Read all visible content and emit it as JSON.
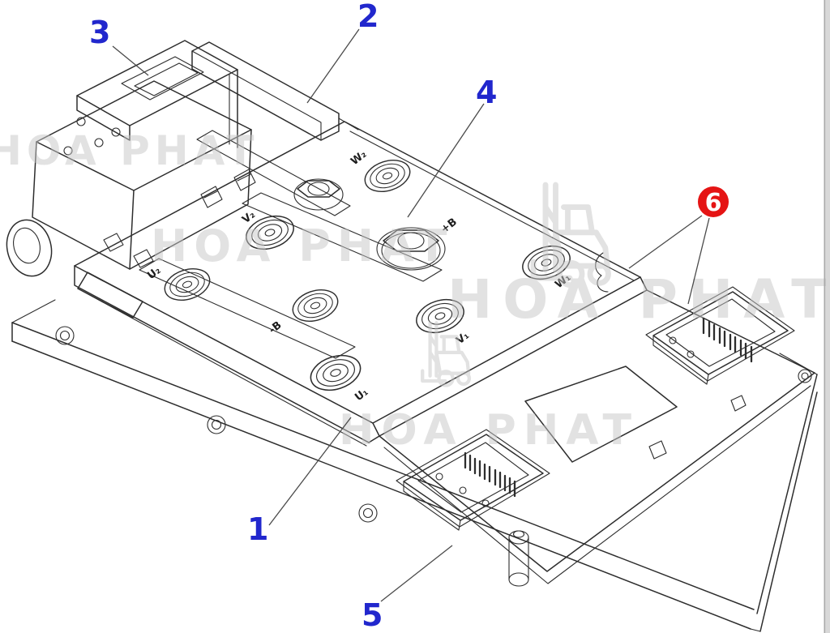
{
  "diagram": {
    "kind": "isometric parts line drawing of a motor controller / contactor assembly",
    "background_color": "#ffffff",
    "line_color": "#2d2d2d",
    "callout_blue": "#2127cd",
    "callout_circle_red": "#e51414",
    "callout_circle_text": "#ffffff",
    "watermark_color": "#c6c6c6",
    "right_edge_strip_color": "#a9a9a9",
    "right_edge_fill_color": "#d8d8d8"
  },
  "callouts": [
    {
      "label": "1",
      "shape": "plain-blue"
    },
    {
      "label": "2",
      "shape": "plain-blue"
    },
    {
      "label": "3",
      "shape": "plain-blue"
    },
    {
      "label": "4",
      "shape": "plain-blue"
    },
    {
      "label": "5",
      "shape": "plain-blue"
    },
    {
      "label": "6",
      "shape": "red-circle"
    }
  ],
  "terminals": [
    {
      "label": "W₂"
    },
    {
      "label": "V₂"
    },
    {
      "label": "U₂"
    },
    {
      "label": "+B"
    },
    {
      "label": "-B"
    },
    {
      "label": "W₁"
    },
    {
      "label": "V₁"
    },
    {
      "label": "U₁"
    }
  ],
  "watermark": {
    "text": "HOA PHAT",
    "icon": "forklift-icon"
  }
}
